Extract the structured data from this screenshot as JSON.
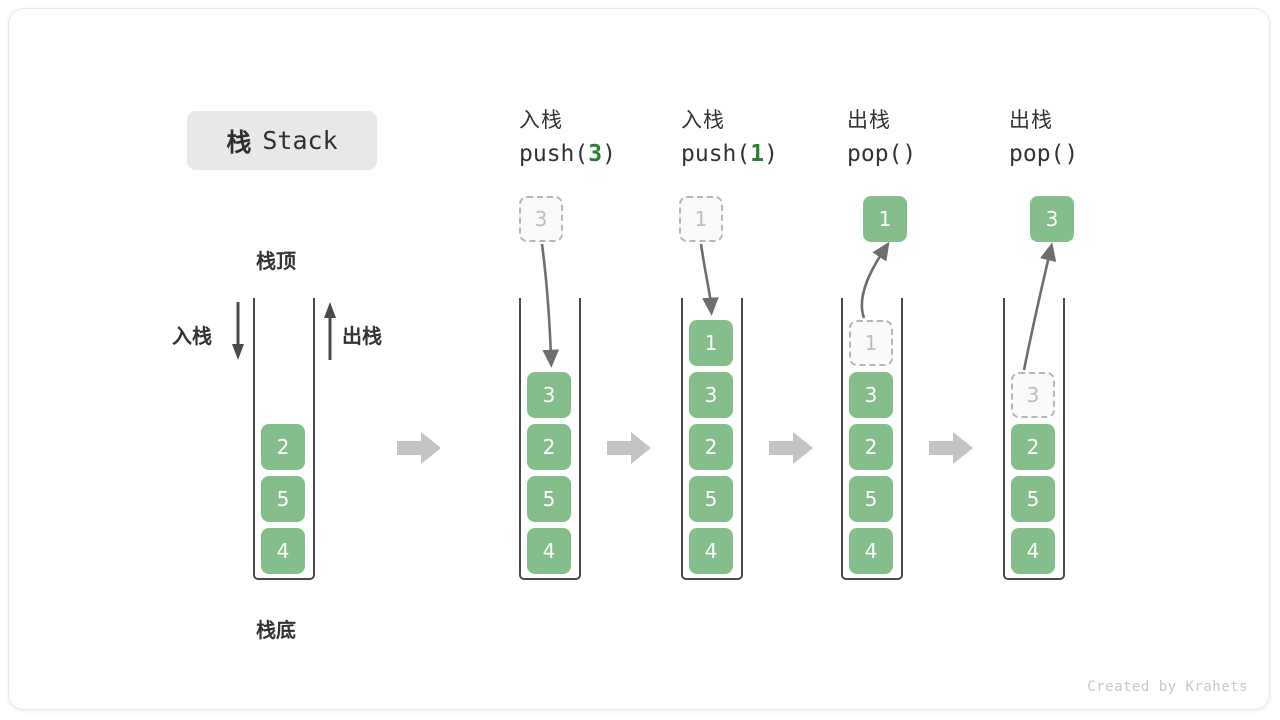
{
  "title": {
    "cn": "栈",
    "en": "Stack"
  },
  "labels": {
    "top": "栈顶",
    "bottom": "栈底",
    "push_side": "入栈",
    "pop_side": "出栈"
  },
  "colors": {
    "cell_fill": "#84be8a",
    "cell_text": "#ffffff",
    "ghost_border": "#b5b5b5",
    "ghost_text": "#bdbdbd",
    "container_border": "#4a4a4a",
    "accent_green": "#2e7d32",
    "block_arrow": "#c4c4c4",
    "motion_arrow": "#6e6e6e",
    "badge_bg": "#e8e8e8"
  },
  "stages": [
    {
      "id": "initial",
      "caption": null,
      "stack": [
        "2",
        "5",
        "4"
      ],
      "ghost_index": null,
      "floating": null
    },
    {
      "id": "push-3",
      "caption": {
        "cn": "入栈",
        "fn": "push(",
        "arg": "3",
        "fn_end": ")"
      },
      "stack": [
        "3",
        "2",
        "5",
        "4"
      ],
      "ghost_index": null,
      "floating": {
        "value": "3",
        "style": "ghost",
        "direction": "in"
      }
    },
    {
      "id": "push-1",
      "caption": {
        "cn": "入栈",
        "fn": "push(",
        "arg": "1",
        "fn_end": ")"
      },
      "stack": [
        "1",
        "3",
        "2",
        "5",
        "4"
      ],
      "ghost_index": null,
      "floating": {
        "value": "1",
        "style": "ghost",
        "direction": "in"
      }
    },
    {
      "id": "pop-1",
      "caption": {
        "cn": "出栈",
        "fn": "pop(",
        "arg": "",
        "fn_end": ")"
      },
      "stack": [
        "1",
        "3",
        "2",
        "5",
        "4"
      ],
      "ghost_index": 0,
      "floating": {
        "value": "1",
        "style": "filled",
        "direction": "out"
      }
    },
    {
      "id": "pop-3",
      "caption": {
        "cn": "出栈",
        "fn": "pop(",
        "arg": "",
        "fn_end": ")"
      },
      "stack": [
        "3",
        "2",
        "5",
        "4"
      ],
      "ghost_index": 0,
      "floating": {
        "value": "3",
        "style": "filled",
        "direction": "out"
      }
    }
  ],
  "watermark": "Created by Krahets"
}
